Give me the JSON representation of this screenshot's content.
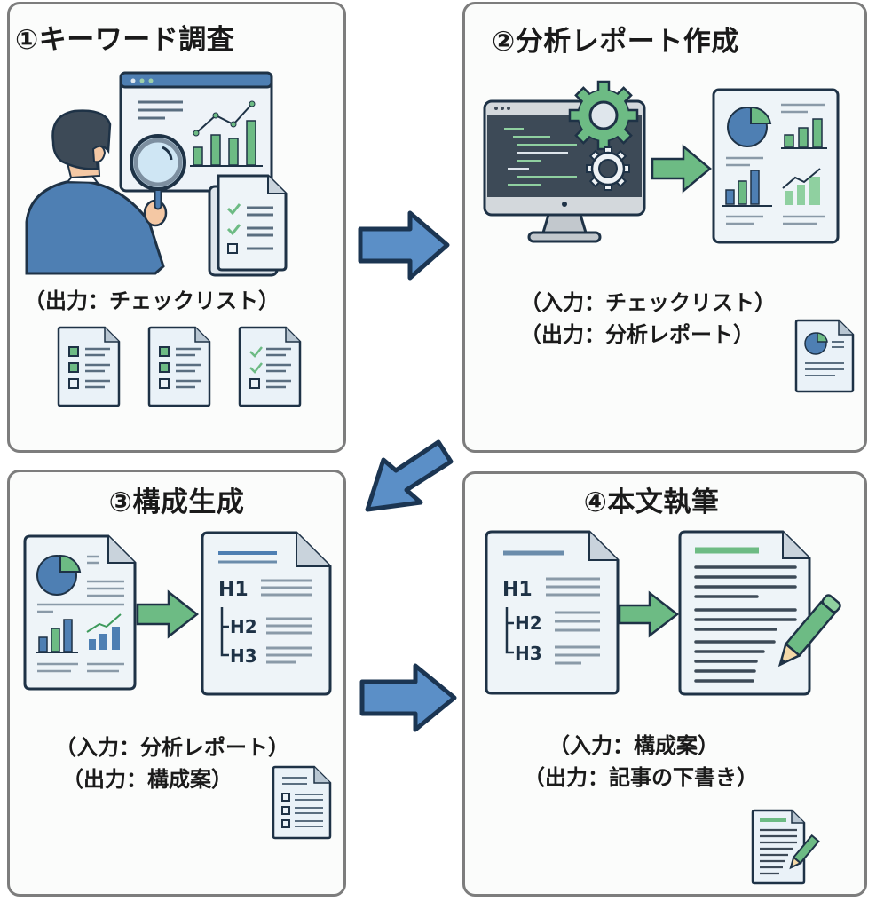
{
  "diagram": {
    "type": "workflow",
    "steps": [
      {
        "number": "①",
        "title": "①キーワード調査",
        "io_lines": [
          "（出力：チェックリスト）"
        ],
        "illustration": "person-magnifier-analytics",
        "output_icons": [
          "checklist-doc-icon",
          "checklist-doc-icon",
          "checklist-doc-icon"
        ]
      },
      {
        "number": "②",
        "title": "②分析レポート作成",
        "io_lines": [
          "（入力：チェックリスト）",
          "（出力：分析レポート）"
        ],
        "illustration": "computer-gears-to-report",
        "output_icons": [
          "report-doc-icon"
        ]
      },
      {
        "number": "③",
        "title": "③構成生成",
        "io_lines": [
          "（入力：分析レポート）",
          "（出力：構成案）"
        ],
        "illustration": "report-to-outline",
        "outline_labels": [
          "H1",
          "H2",
          "H3"
        ],
        "output_icons": [
          "outline-doc-icon"
        ]
      },
      {
        "number": "④",
        "title": "④本文執筆",
        "io_lines": [
          "（入力：構成案）",
          "（出力：記事の下書き）"
        ],
        "illustration": "outline-to-draft",
        "outline_labels": [
          "H1",
          "H2",
          "H3"
        ],
        "output_icons": [
          "draft-doc-pencil-icon"
        ]
      }
    ],
    "flow": [
      {
        "from": 1,
        "to": 2,
        "direction": "right"
      },
      {
        "from": 2,
        "to": 3,
        "direction": "down-left"
      },
      {
        "from": 3,
        "to": 4,
        "direction": "right"
      }
    ],
    "colors": {
      "panel_border": "#7d7d7d",
      "arrow_fill": "#5b8fc7",
      "arrow_stroke": "#1b3552",
      "accent_green": "#6dbb84",
      "accent_blue": "#4e7fb3",
      "ink": "#1e3246",
      "doc_fill": "#eef4f8"
    }
  }
}
